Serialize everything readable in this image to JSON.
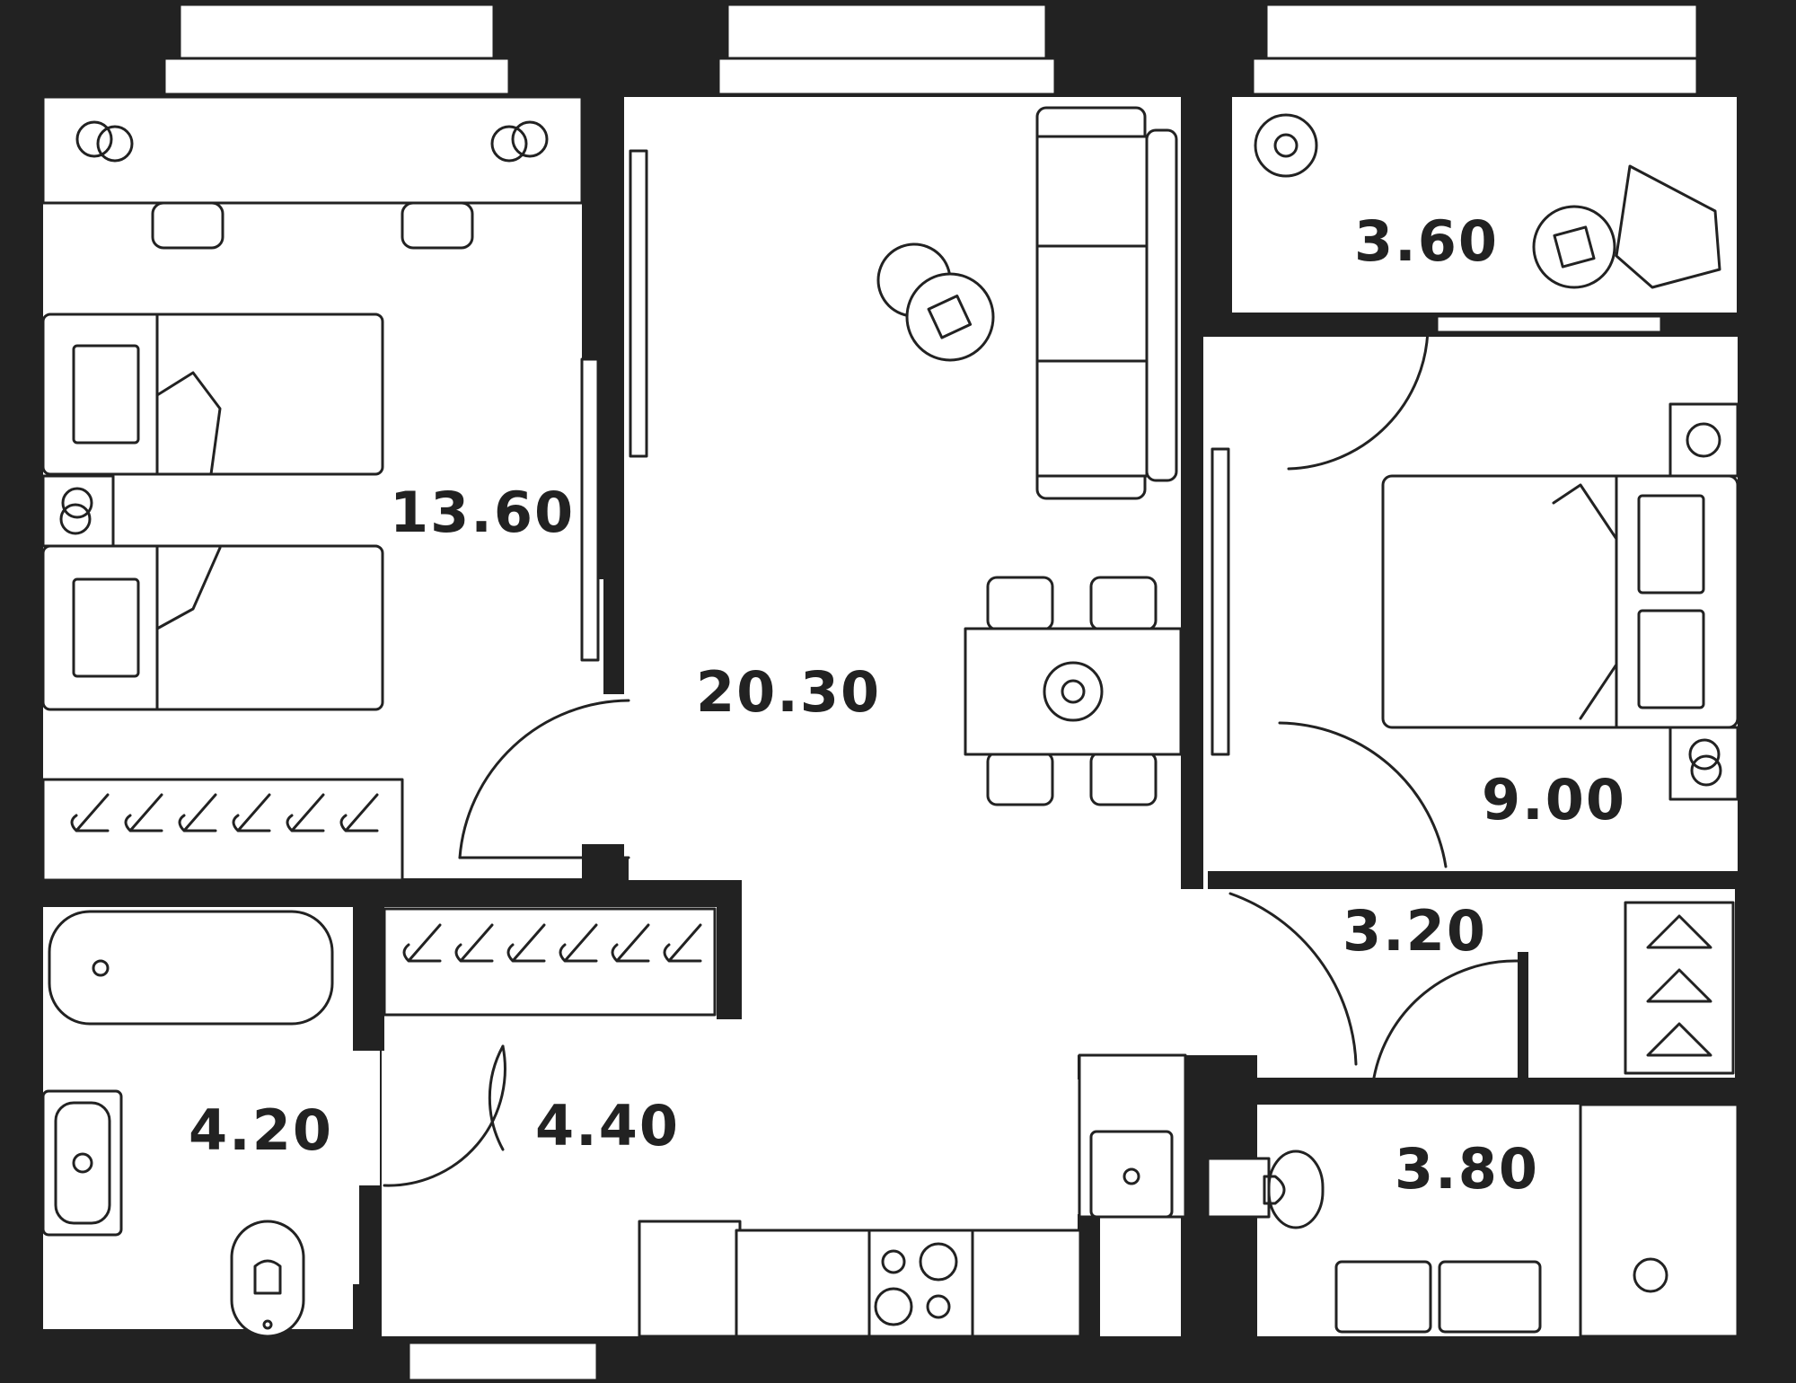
{
  "plan": {
    "rooms": [
      {
        "id": "children-bedroom",
        "area": "13.60"
      },
      {
        "id": "living-kitchen",
        "area": "20.30"
      },
      {
        "id": "balcony",
        "area": "3.60"
      },
      {
        "id": "bedroom",
        "area": "9.00"
      },
      {
        "id": "hall",
        "area": "3.20"
      },
      {
        "id": "bathroom",
        "area": "4.20"
      },
      {
        "id": "corridor",
        "area": "4.40"
      },
      {
        "id": "shower-room",
        "area": "3.80"
      }
    ],
    "colors": {
      "wall": "#222222",
      "floor": "#ffffff",
      "line": "#222222"
    }
  }
}
